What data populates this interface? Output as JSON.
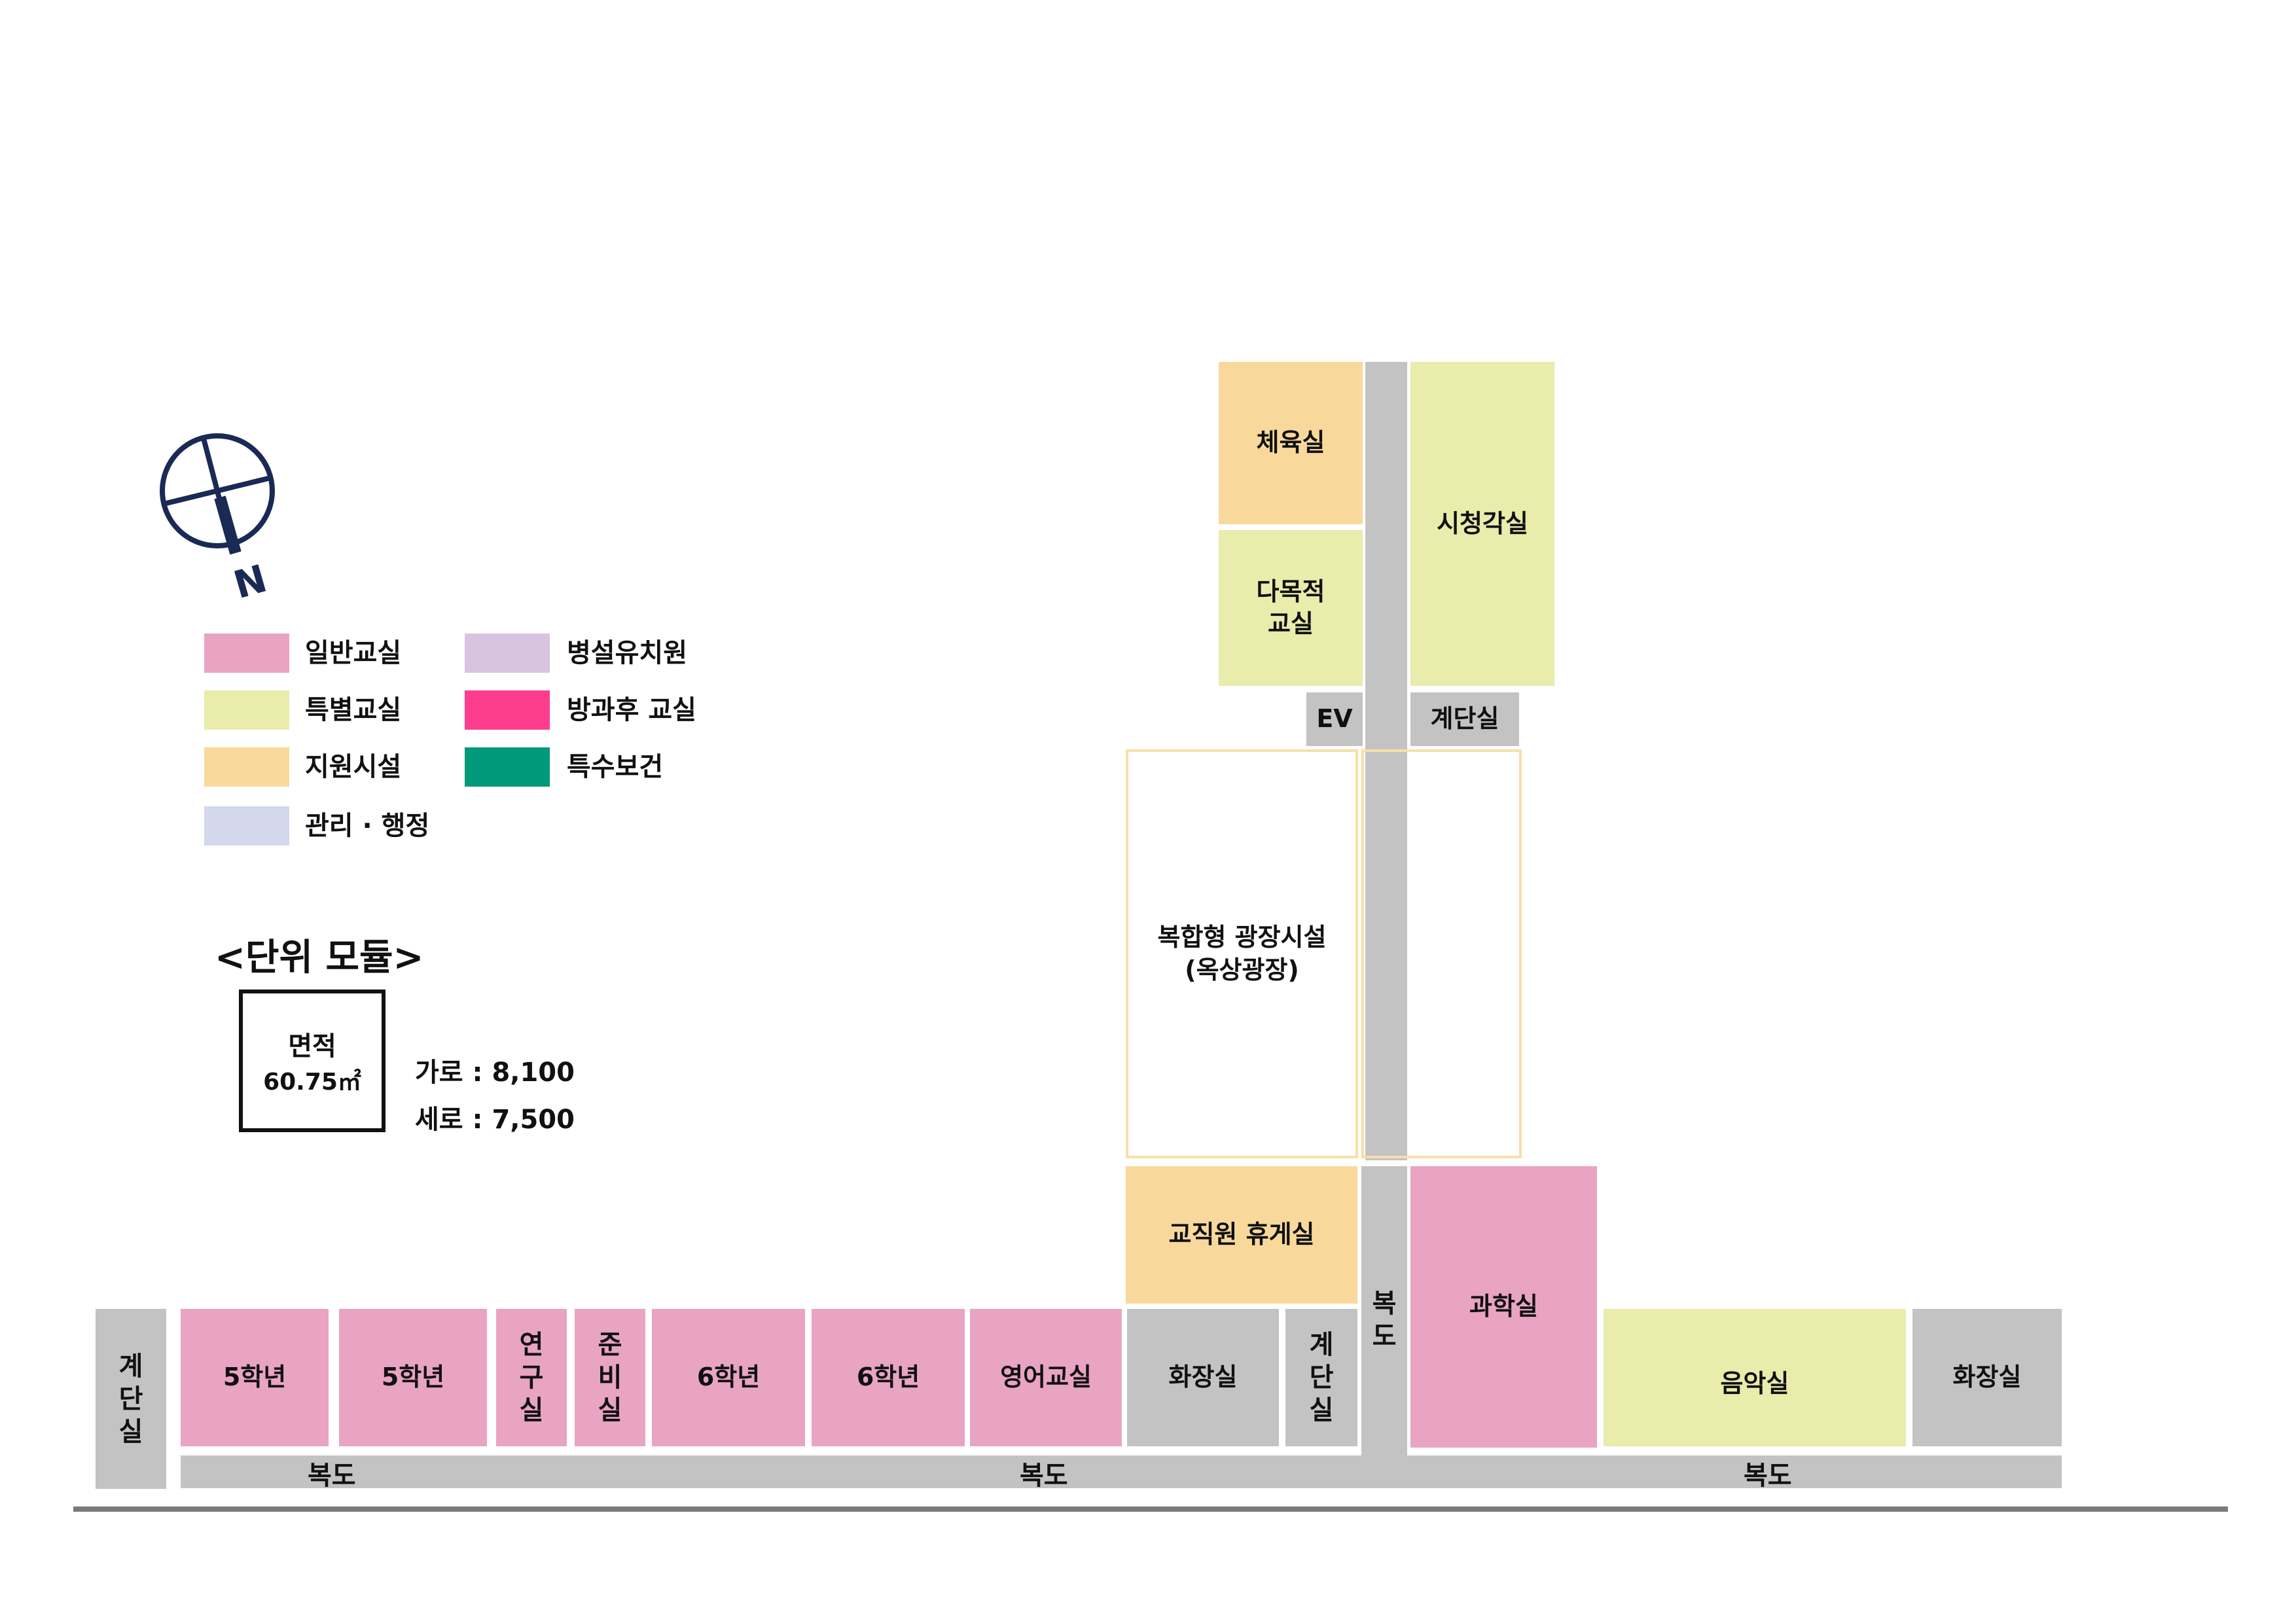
{
  "compass": {
    "label": "N"
  },
  "legend": [
    {
      "label": "일반교실",
      "color": "#e9a4c3"
    },
    {
      "label": "특별교실",
      "color": "#e9ecab"
    },
    {
      "label": "지원시설",
      "color": "#f8d99b"
    },
    {
      "label": "관리 · 행정",
      "color": "#d3d8ec"
    },
    {
      "label": "병설유치원",
      "color": "#d9c4e0"
    },
    {
      "label": "방과후 교실",
      "color": "#ff3d8d"
    },
    {
      "label": "특수보건",
      "color": "#00997b"
    }
  ],
  "module": {
    "title": "<단위 모듈>",
    "box_label": "면적",
    "box_area": "60.75㎡",
    "width_text": "가로 : 8,100",
    "height_text": "세로 : 7,500"
  },
  "rooms": {
    "gym": "체육실",
    "multipurpose": "다목적\n교실",
    "av_room": "시청각실",
    "ev": "EV",
    "stairs_top": "계단실",
    "plaza": "복합형 광장시설\n(옥상광장)",
    "staff_lounge": "교직원 휴게실",
    "stairs_left": "계\n단\n실",
    "grade5_a": "5학년",
    "grade5_b": "5학년",
    "research": "연\n구\n실",
    "prep": "준\n비\n실",
    "grade6_a": "6학년",
    "grade6_b": "6학년",
    "english": "영어교실",
    "restroom_a": "화장실",
    "stairs_mid": "계\n단\n실",
    "corridor_vertical": "복\n도",
    "science": "과학실",
    "music": "음악실",
    "restroom_b": "화장실"
  },
  "corridor": {
    "left": "복도",
    "center": "복도",
    "right": "복도"
  }
}
